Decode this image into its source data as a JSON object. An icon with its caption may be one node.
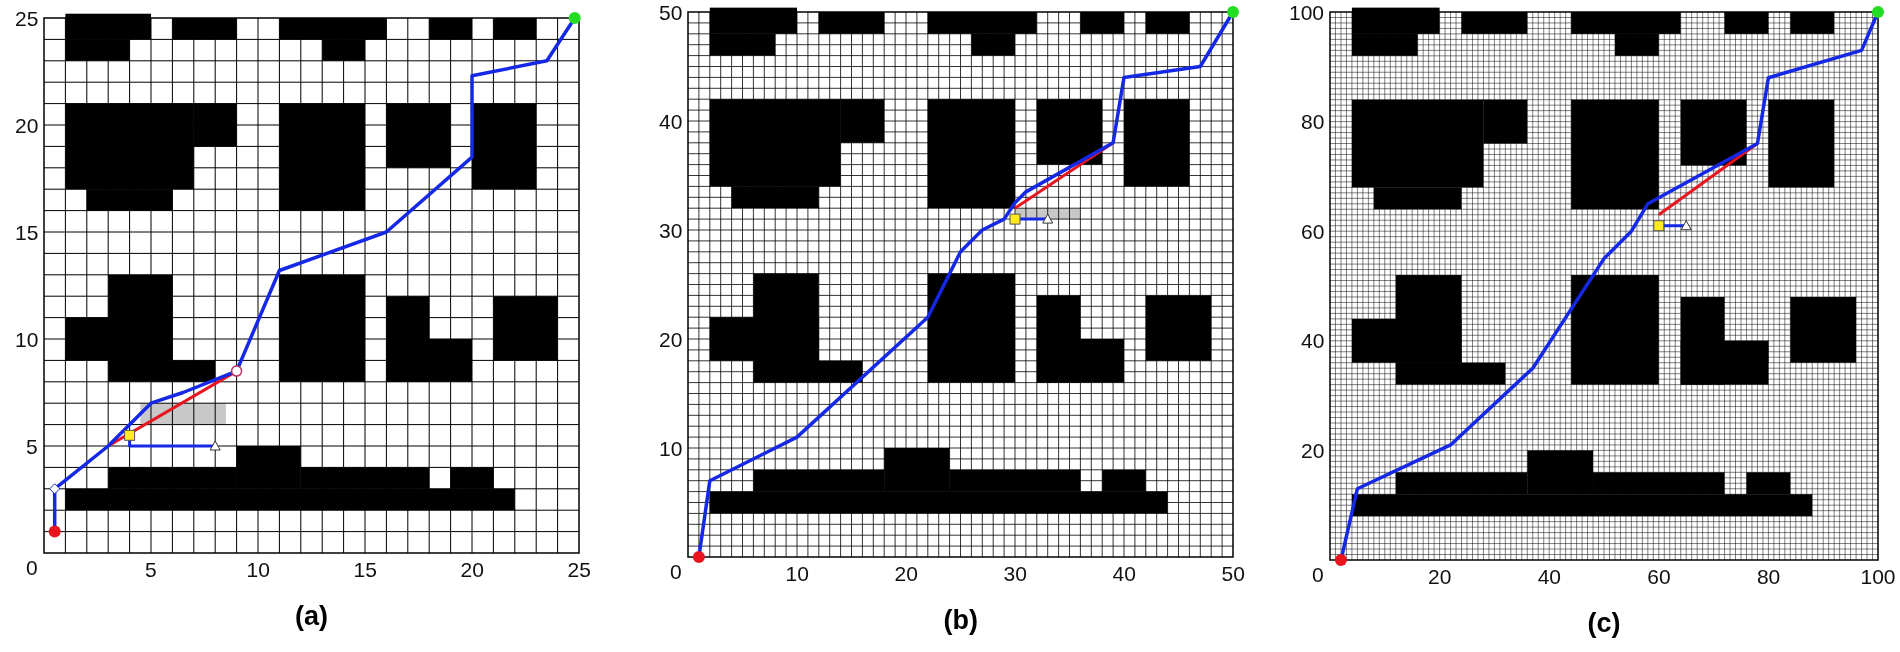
{
  "diagram": {
    "labels": [
      "25",
      "20",
      "15",
      "10",
      "5",
      "0",
      "5",
      "10",
      "15",
      "20",
      "25",
      "(a)",
      "50",
      "40",
      "30",
      "20",
      "10",
      "0",
      "10",
      "20",
      "30",
      "40",
      "50",
      "(b)",
      "100",
      "80",
      "60",
      "40",
      "20",
      "0",
      "20",
      "40",
      "60",
      "80",
      "100",
      "(c)"
    ]
  }
}
